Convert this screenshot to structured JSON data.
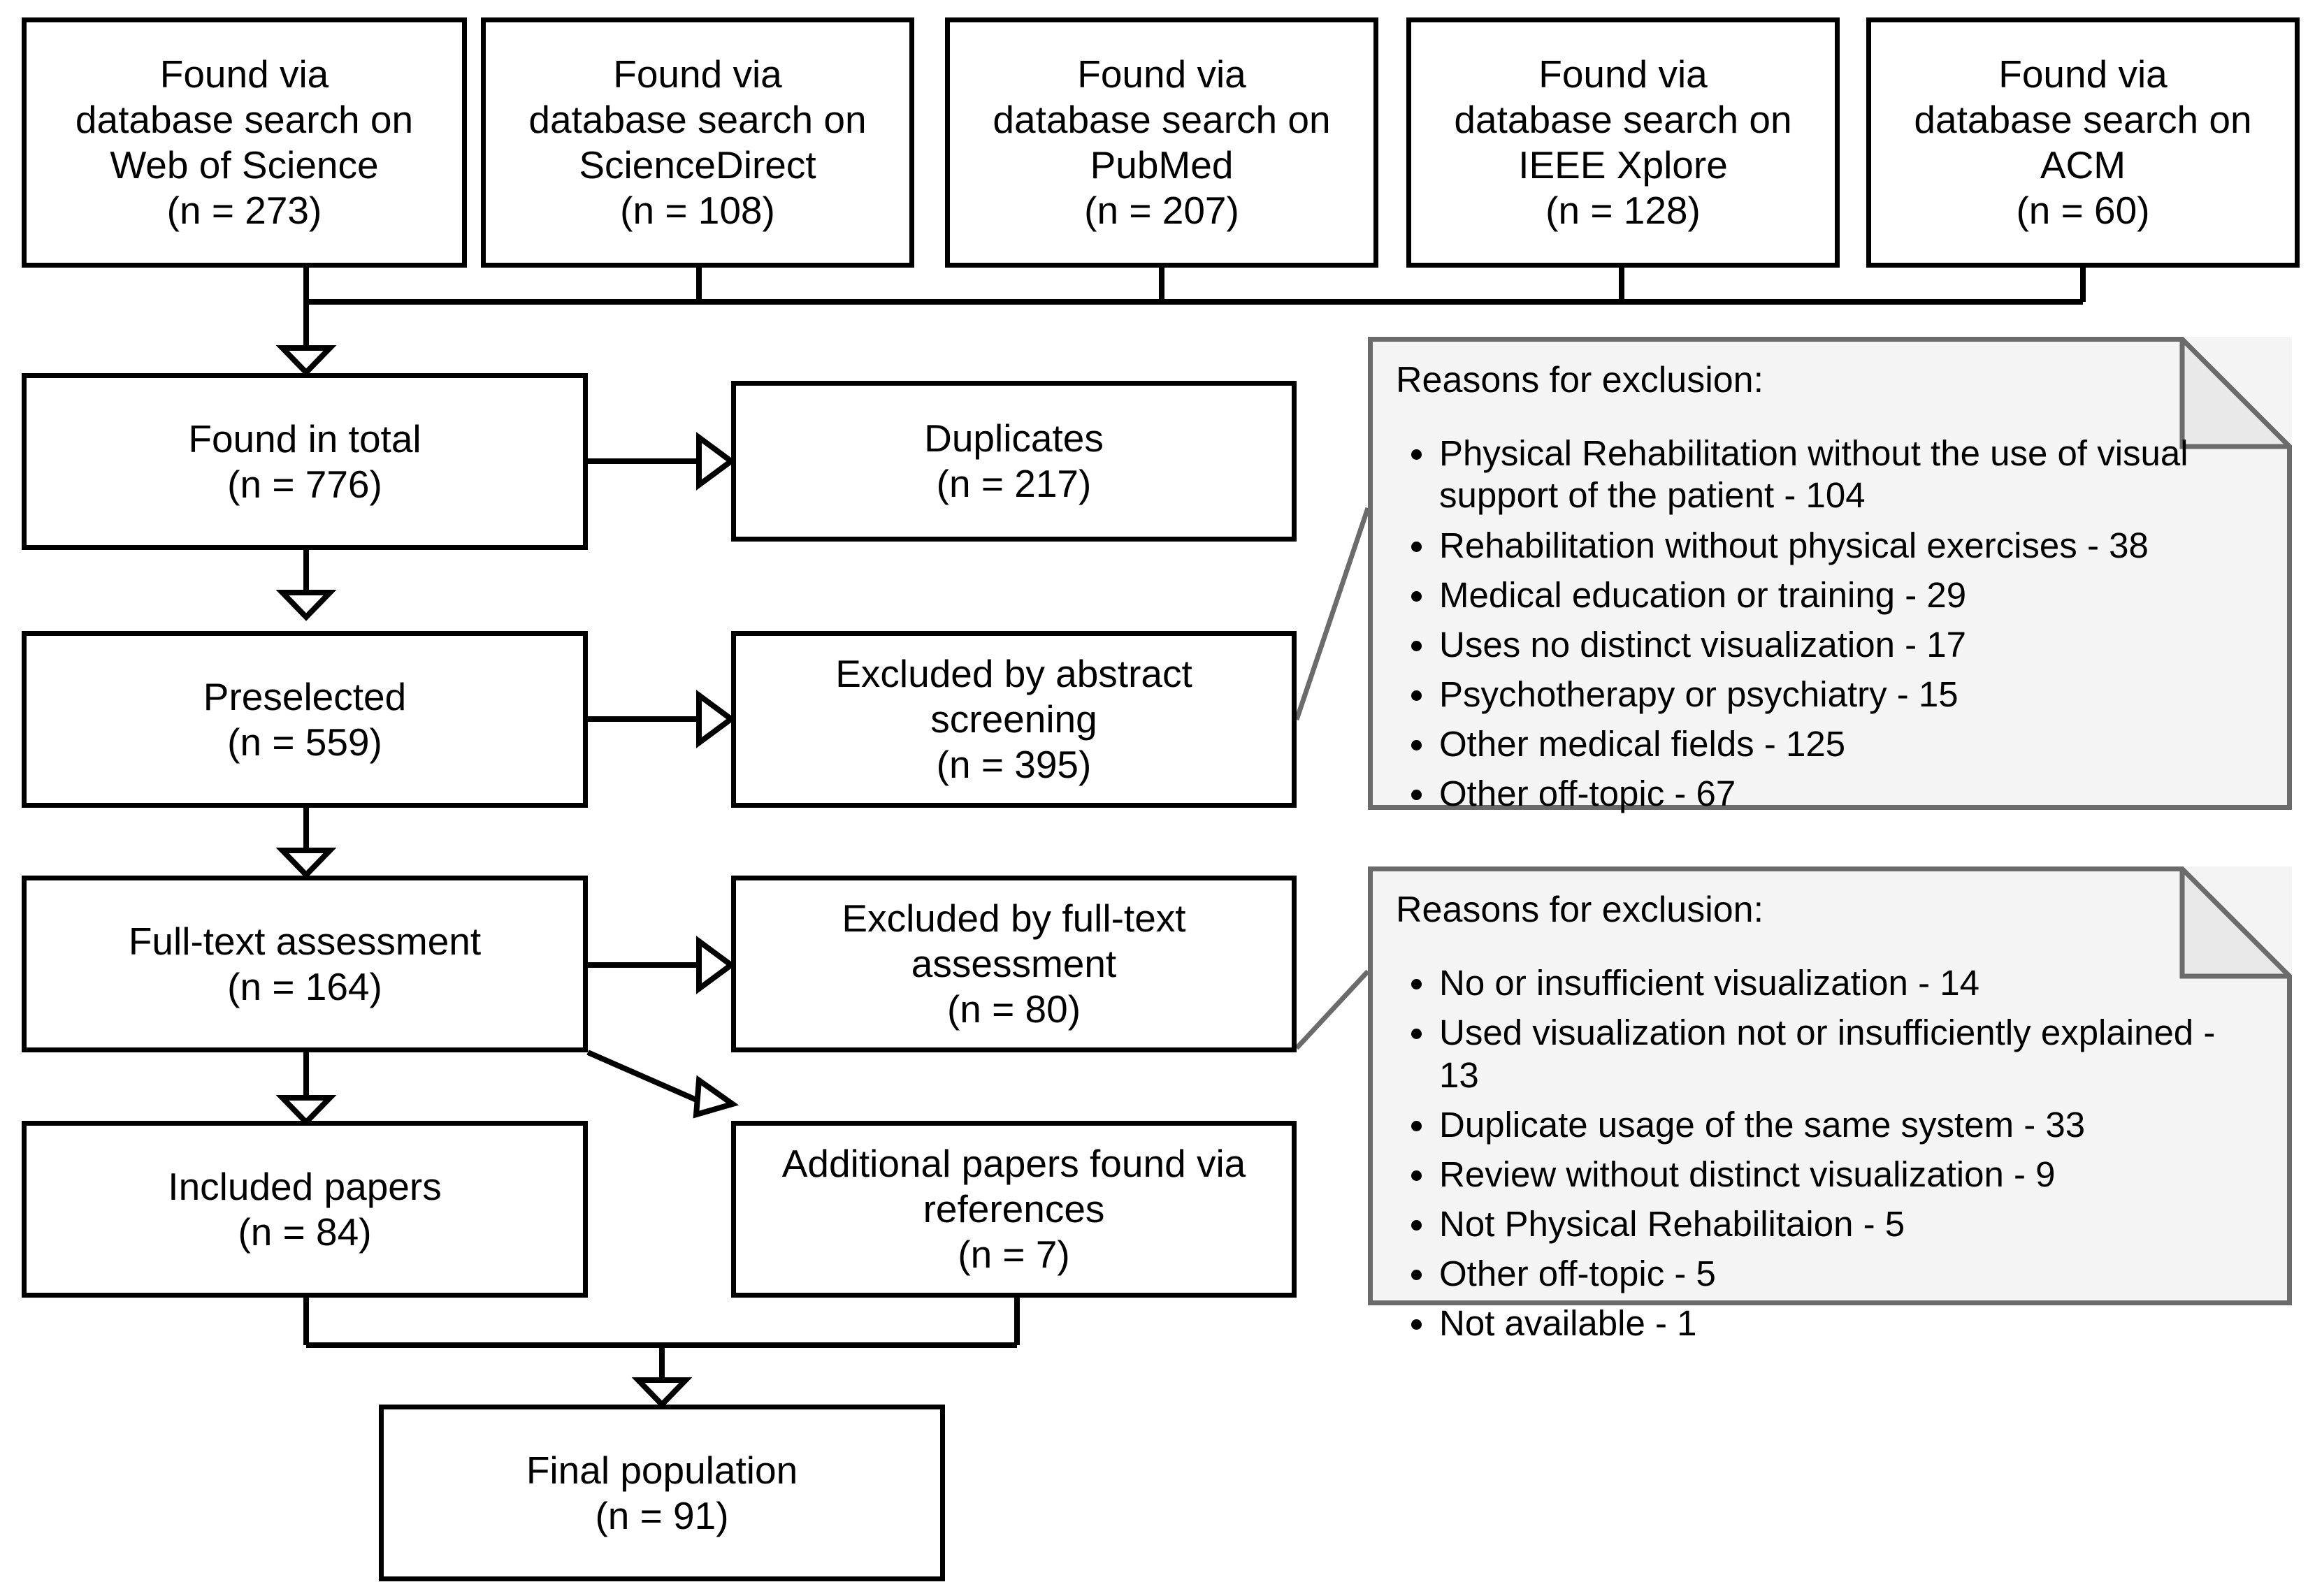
{
  "diagram": {
    "title": "PRISMA literature selection flow diagram",
    "colors": {
      "box_border": "#000000",
      "box_fill": "#ffffff",
      "note_border": "#6b6b6b",
      "note_fill": "#f4f4f4",
      "note_fold_fill": "#e6e6e6",
      "connector": "#000000",
      "note_connector": "#6b6b6b"
    },
    "sources": [
      {
        "line1": "Found via",
        "line2": "database search on",
        "line3": "Web of Science",
        "count_label": "(n = 273)",
        "n": 273
      },
      {
        "line1": "Found via",
        "line2": "database search on",
        "line3": "ScienceDirect",
        "count_label": "(n = 108)",
        "n": 108
      },
      {
        "line1": "Found via",
        "line2": "database search on",
        "line3": "PubMed",
        "count_label": "(n = 207)",
        "n": 207
      },
      {
        "line1": "Found via",
        "line2": "database search on",
        "line3": "IEEE Xplore",
        "count_label": "(n = 128)",
        "n": 128
      },
      {
        "line1": "Found via",
        "line2": "database search on",
        "line3": "ACM",
        "count_label": "(n = 60)",
        "n": 60
      }
    ],
    "stages": {
      "found_total": {
        "label": "Found in total",
        "count_label": "(n = 776)",
        "n": 776
      },
      "preselected": {
        "label": "Preselected",
        "count_label": "(n = 559)",
        "n": 559
      },
      "fulltext": {
        "label": "Full-text assessment",
        "count_label": "(n = 164)",
        "n": 164
      },
      "included": {
        "label": "Included papers",
        "count_label": "(n = 84)",
        "n": 84
      },
      "final": {
        "label": "Final population",
        "count_label": "(n = 91)",
        "n": 91
      }
    },
    "excluded": {
      "duplicates": {
        "line1": "Duplicates",
        "line2": "",
        "count_label": "(n = 217)",
        "n": 217
      },
      "abstract": {
        "line1": "Excluded by abstract",
        "line2": "screening",
        "count_label": "(n = 395)",
        "n": 395
      },
      "fulltext": {
        "line1": "Excluded by full-text",
        "line2": "assessment",
        "count_label": "(n = 80)",
        "n": 80
      },
      "additional": {
        "line1": "Additional papers found via",
        "line2": "references",
        "count_label": "(n = 7)",
        "n": 7
      }
    },
    "notes": [
      {
        "title": "Reasons for exclusion:",
        "items": [
          "Physical Rehabilitation without the use of visual support of the patient - 104",
          "Rehabilitation without physical exercises - 38",
          "Medical education or training - 29",
          "Uses no distinct visualization - 17",
          "Psychotherapy or psychiatry - 15",
          "Other medical fields - 125",
          "Other off-topic - 67"
        ]
      },
      {
        "title": "Reasons for exclusion:",
        "items": [
          "No or insufficient visualization - 14",
          "Used visualization not or insufficiently explained - 13",
          "Duplicate usage of the same system - 33",
          "Review without distinct visualization - 9",
          "Not Physical Rehabilitaion - 5",
          "Other off-topic - 5",
          "Not available - 1"
        ]
      }
    ]
  }
}
